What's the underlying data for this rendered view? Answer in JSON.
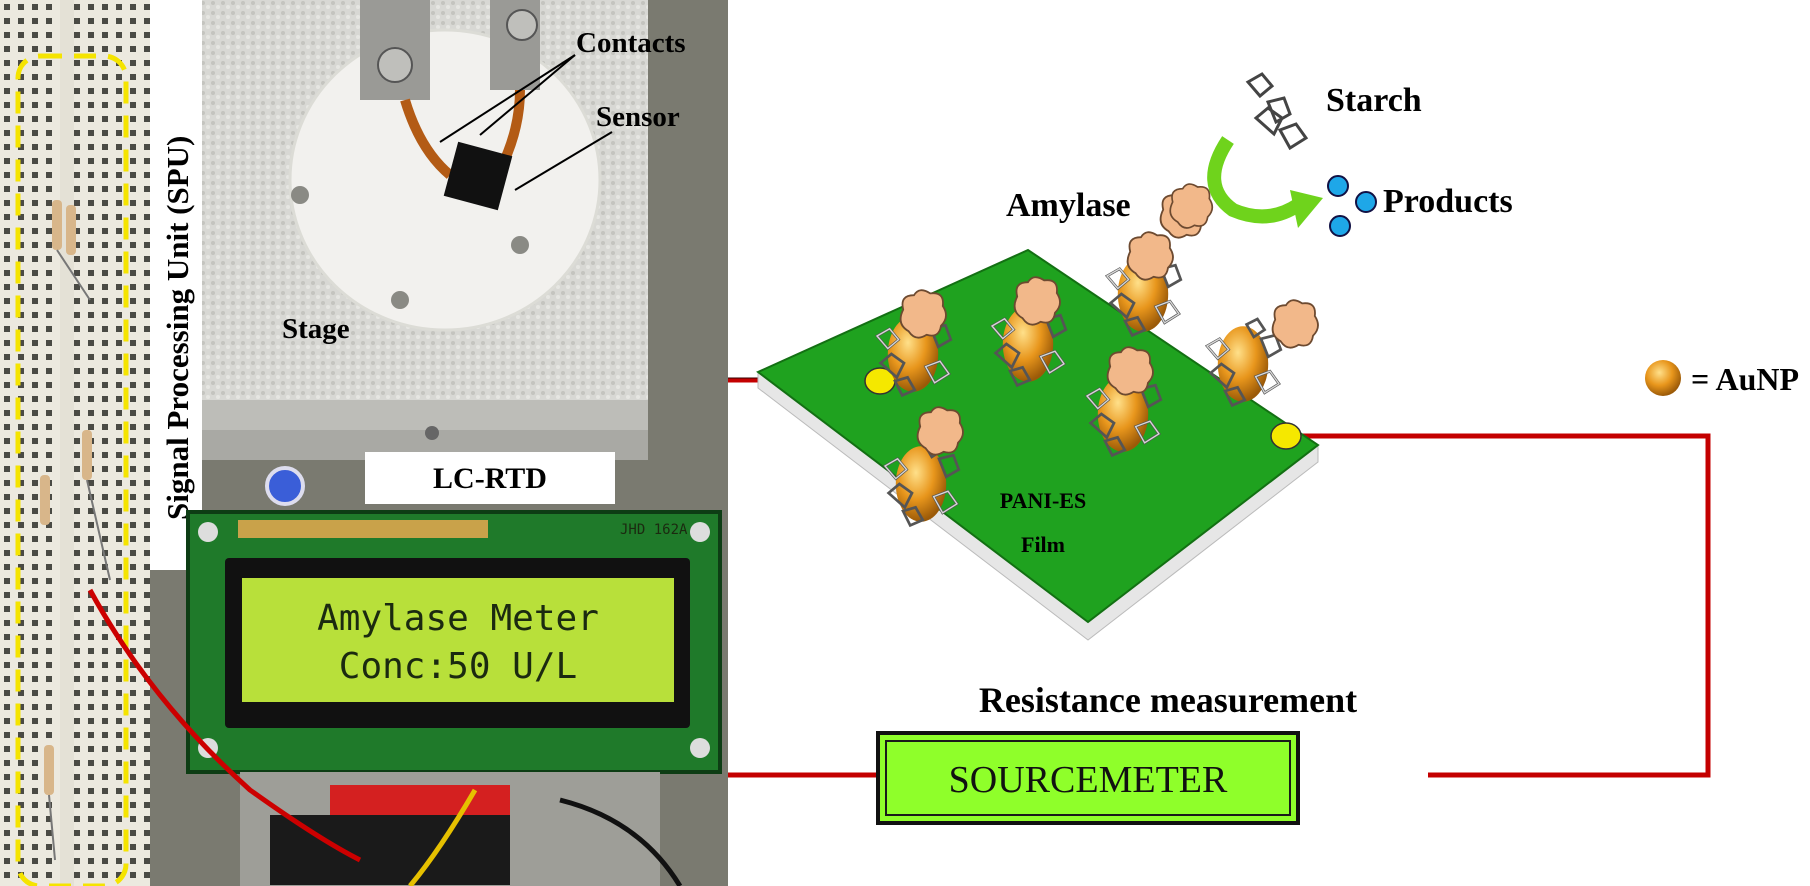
{
  "left_photo": {
    "spu_label": "Signal Processing Unit (SPU)",
    "contacts_label": "Contacts",
    "sensor_label": "Sensor",
    "stage_label": "Stage",
    "lcrtd_label": "LC-RTD",
    "lcd_line1": "Amylase Meter",
    "lcd_line2": "Conc:50 U/L",
    "lcd_model": "JHD 162A"
  },
  "schematic": {
    "starch_label": "Starch",
    "amylase_label": "Amylase",
    "products_label": "Products",
    "auNP_legend": "= AuNP",
    "film_label_line1": "PANI-ES",
    "film_label_line2": "Film",
    "measurement_label": "Resistance measurement",
    "sourcemeter_label": "SOURCEMETER"
  },
  "colors": {
    "film_green": "#1fa21f",
    "sourcemeter_fill": "#8fff2a",
    "wire_red": "#c40000",
    "arrow_green": "#6fd31c",
    "product_blue": "#1ea7e8",
    "amylase_peach": "#f2b88a",
    "aunp_orange": "#e8961c",
    "lcd_green": "#b8e03a"
  }
}
